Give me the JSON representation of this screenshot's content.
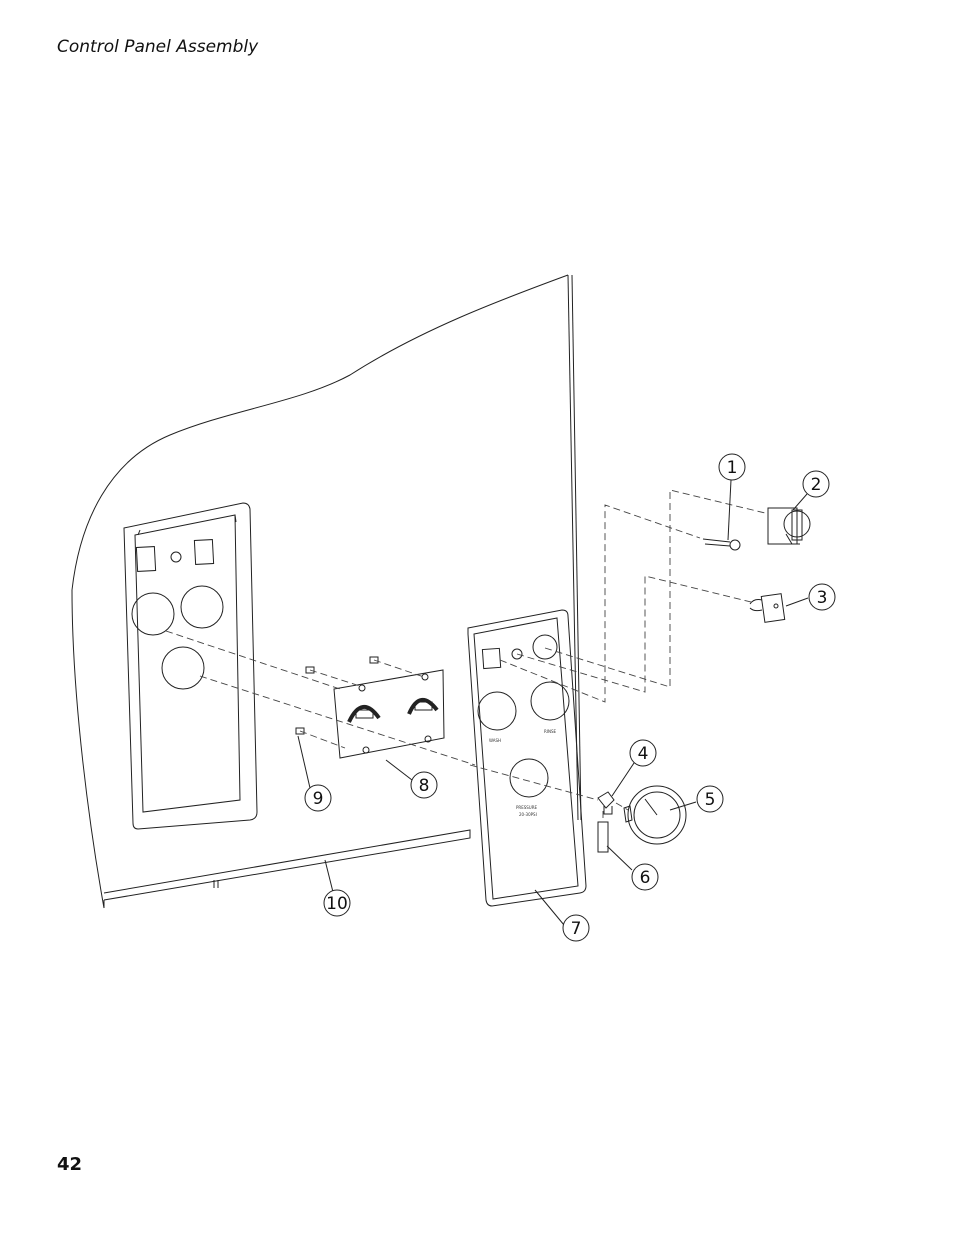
{
  "header": {
    "title": "Control Panel Assembly"
  },
  "footer": {
    "page_number": "42"
  },
  "callouts": [
    "1",
    "2",
    "3",
    "4",
    "5",
    "6",
    "7",
    "8",
    "9",
    "10"
  ],
  "panel_labels": {
    "wash": "WASH",
    "rinse": "RINSE",
    "pressure1": "PRESSURE",
    "pressure2": "20-30PSI"
  }
}
